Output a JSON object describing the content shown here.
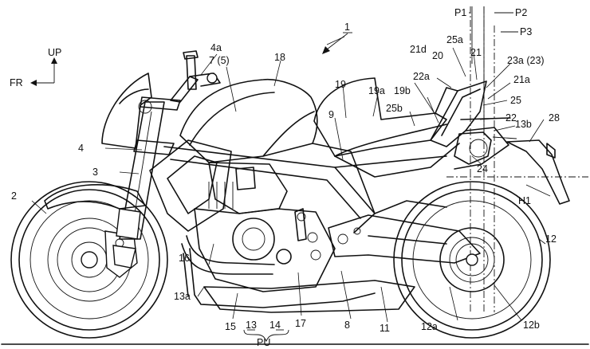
{
  "figure_number": "1",
  "directions": {
    "up": "UP",
    "front": "FR"
  },
  "planes": {
    "p1": "P1",
    "p2": "P2",
    "p3": "P3",
    "h1": "H1"
  },
  "labels": {
    "l1": "1",
    "l2": "2",
    "l3": "3",
    "l4": "4",
    "l4a": "4a",
    "l7": "7 (5)",
    "l8": "8",
    "l9": "9",
    "l11": "11",
    "l12a_r": "12",
    "l12a": "12a",
    "l12b": "12b",
    "l13": "13",
    "l13a": "13a",
    "l13b": "13b",
    "l14": "14",
    "l15": "15",
    "l16": "16",
    "l17": "17",
    "l18": "18",
    "l19": "19",
    "l19a": "19a",
    "l19b": "19b",
    "l20": "20",
    "l21": "21",
    "l21a": "21a",
    "l21d": "21d",
    "l22": "22",
    "l22a": "22a",
    "l23a": "23a (23)",
    "l24": "24",
    "l25": "25",
    "l25a": "25a",
    "l25b": "25b",
    "l28": "28",
    "pu": "PU"
  }
}
